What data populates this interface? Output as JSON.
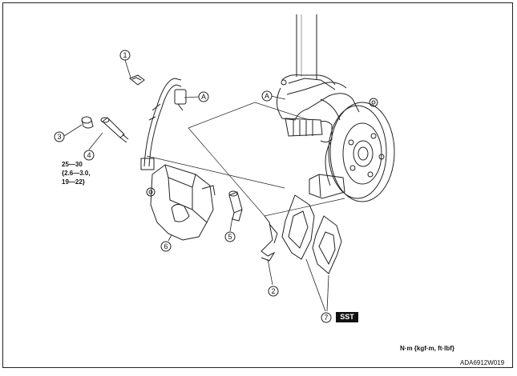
{
  "callouts": {
    "c1": "1",
    "c2": "2",
    "c3": "3",
    "c4": "4",
    "c5": "5",
    "c6": "6",
    "c7": "7",
    "ref_a_hose": "A",
    "ref_a_knuckle": "A"
  },
  "torque_spec": {
    "line1": "25—30",
    "line2": "{2.6—3.0,",
    "line3": "19—22}"
  },
  "sst_label": "SST",
  "units_label": "N·m {kgf·m, ft·lbf}",
  "figure_code": "ADA6912W019"
}
